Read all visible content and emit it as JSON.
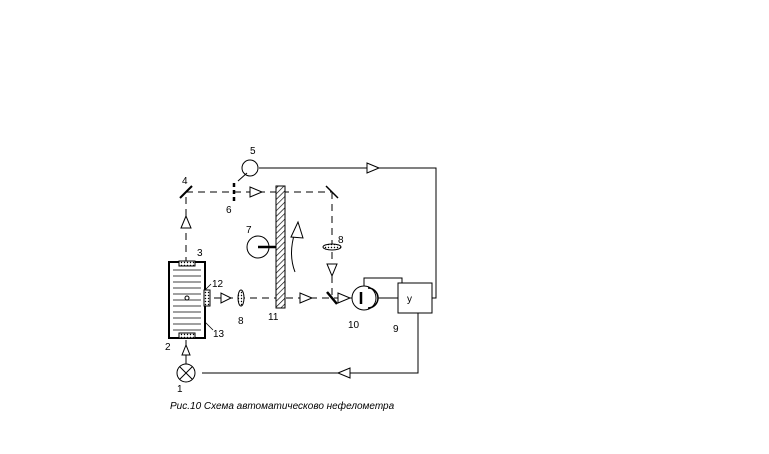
{
  "labels": {
    "n1": "1",
    "n2": "2",
    "n3": "3",
    "n4": "4",
    "n5": "5",
    "n6": "6",
    "n7": "7",
    "n8_top": "8",
    "n8_bottom": "8",
    "n9": "9",
    "n10": "10",
    "n11": "11",
    "n12": "12",
    "n13": "13"
  },
  "amplifier_label": "у",
  "caption": "Рис.10 Схема  автоматическово  нефелометра"
}
